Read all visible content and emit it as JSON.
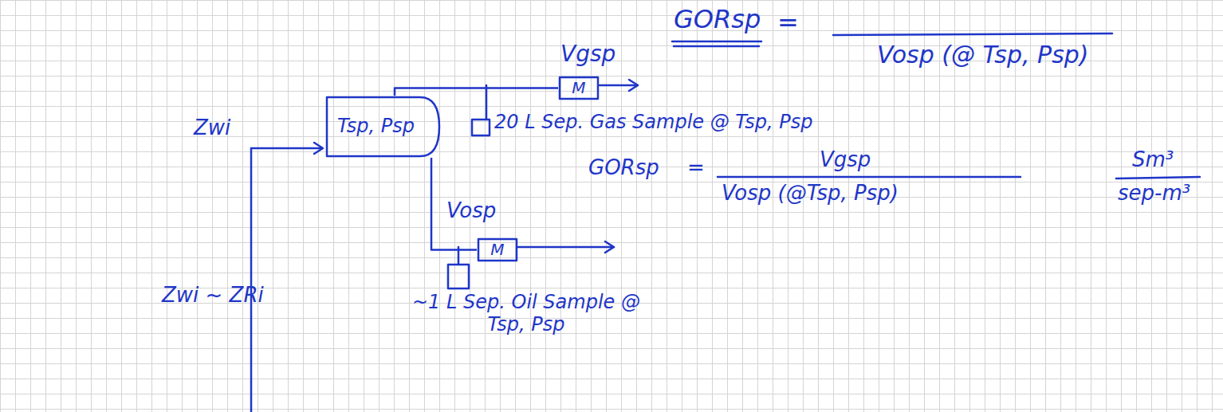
{
  "diagram": {
    "nodes": [
      {
        "text": [
          "Tsp, Psp"
        ]
      },
      {
        "text": [
          "M"
        ]
      },
      {
        "text": [
          "M"
        ]
      }
    ],
    "edges": [
      {
        "from": 0,
        "to": 1,
        "arrow": "none"
      },
      {
        "from": 0,
        "to": 2,
        "arrow": "none"
      }
    ],
    "labels": [
      "GORsp",
      "=",
      "Vosp (@ Tsp, Psp)",
      "Vgsp",
      "20 L Sep. Gas Sample @ Tsp, Psp",
      "Zwi",
      "GORsp",
      "=",
      "Vgsp",
      "Vosp (@Tsp, Psp)",
      "Sm³",
      "sep-m³",
      "Vosp",
      "~1 L Sep. Oil Sample @ Tsp, Psp",
      "Zwi ~ ZRi"
    ]
  }
}
